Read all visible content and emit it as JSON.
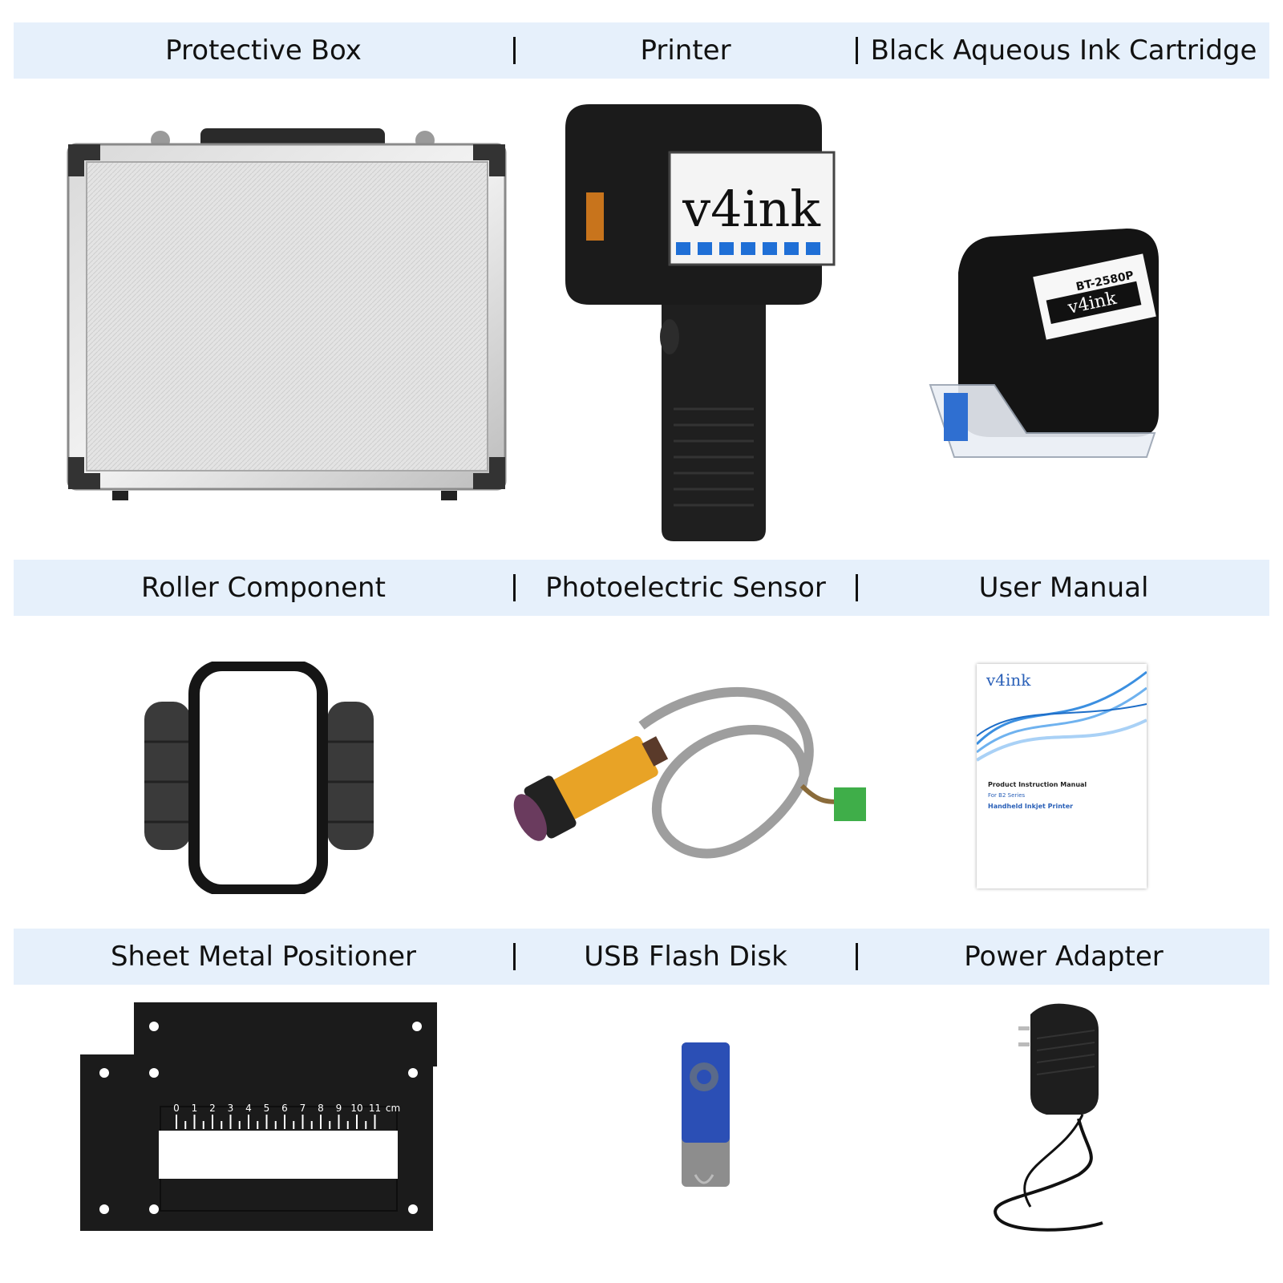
{
  "rows": [
    {
      "labels": [
        "Protective Box",
        "Printer",
        "Black Aqueous Ink Cartridge"
      ]
    },
    {
      "labels": [
        "Roller Component",
        "Photoelectric Sensor",
        "User Manual"
      ]
    },
    {
      "labels": [
        "Sheet Metal Positioner",
        "USB Flash Disk",
        "Power Adapter"
      ]
    }
  ],
  "printer": {
    "brand": "v4ink"
  },
  "cartridge": {
    "model": "BT-2580P",
    "brand": "v4ink"
  },
  "manual": {
    "brand": "v4ink",
    "title": "Product Instruction Manual",
    "series": "For B2 Series",
    "product": "Handheld Inkjet Printer"
  },
  "positioner": {
    "scale": [
      "0",
      "1",
      "2",
      "3",
      "4",
      "5",
      "6",
      "7",
      "8",
      "9",
      "10",
      "11",
      "cm"
    ]
  },
  "colors": {
    "band": "#e6f0fb",
    "usb_blue": "#2b4fb5",
    "sensor_orange": "#e8a326",
    "terminal_green": "#3fae49"
  },
  "icons": {
    "protective-box": "aluminum-case",
    "printer": "handheld-inkjet-printer",
    "cartridge": "ink-cartridge",
    "roller": "roller-frame",
    "sensor": "photoelectric-sensor",
    "manual": "booklet",
    "positioner": "metal-plate",
    "usb": "usb-swivel-drive",
    "adapter": "wall-plug-adapter"
  }
}
